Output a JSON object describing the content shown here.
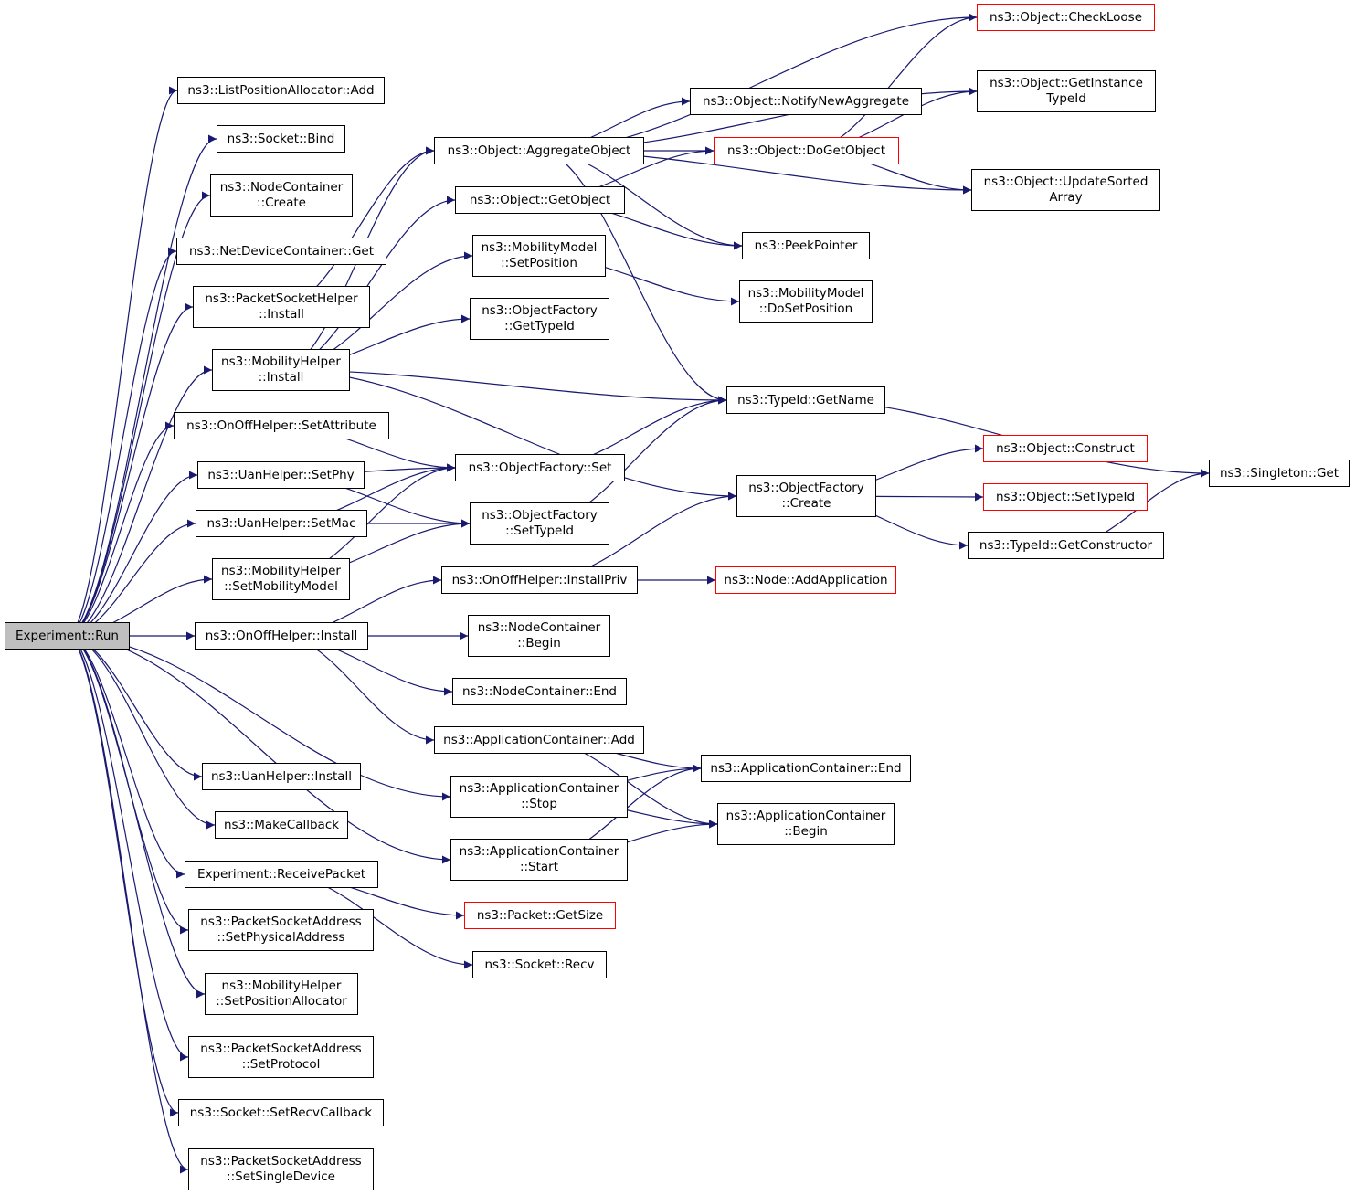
{
  "colors": {
    "edge": "#191970",
    "node_border": "#000000",
    "external_node_border": "#ff0000",
    "root_fill": "#bfbfbf",
    "background": "#ffffff"
  },
  "nodes": {
    "run": {
      "lines": [
        "Experiment::Run"
      ]
    },
    "lpa_add": {
      "lines": [
        "ns3::ListPositionAllocator::Add"
      ]
    },
    "socket_bind": {
      "lines": [
        "ns3::Socket::Bind"
      ]
    },
    "nc_create": {
      "lines": [
        "ns3::NodeContainer",
        "::Create"
      ]
    },
    "ndc_get": {
      "lines": [
        "ns3::NetDeviceContainer::Get"
      ]
    },
    "psh_install": {
      "lines": [
        "ns3::PacketSocketHelper",
        "::Install"
      ]
    },
    "mh_install": {
      "lines": [
        "ns3::MobilityHelper",
        "::Install"
      ]
    },
    "ooh_setattr": {
      "lines": [
        "ns3::OnOffHelper::SetAttribute"
      ]
    },
    "uan_setphy": {
      "lines": [
        "ns3::UanHelper::SetPhy"
      ]
    },
    "uan_setmac": {
      "lines": [
        "ns3::UanHelper::SetMac"
      ]
    },
    "mh_setmm": {
      "lines": [
        "ns3::MobilityHelper",
        "::SetMobilityModel"
      ]
    },
    "ooh_install": {
      "lines": [
        "ns3::OnOffHelper::Install"
      ]
    },
    "uan_install": {
      "lines": [
        "ns3::UanHelper::Install"
      ]
    },
    "makecallback": {
      "lines": [
        "ns3::MakeCallback"
      ]
    },
    "recvpacket": {
      "lines": [
        "Experiment::ReceivePacket"
      ]
    },
    "psa_setphys": {
      "lines": [
        "ns3::PacketSocketAddress",
        "::SetPhysicalAddress"
      ]
    },
    "mh_setpa": {
      "lines": [
        "ns3::MobilityHelper",
        "::SetPositionAllocator"
      ]
    },
    "psa_setproto": {
      "lines": [
        "ns3::PacketSocketAddress",
        "::SetProtocol"
      ]
    },
    "socket_setrecvcb": {
      "lines": [
        "ns3::Socket::SetRecvCallback"
      ]
    },
    "psa_setsingle": {
      "lines": [
        "ns3::PacketSocketAddress",
        "::SetSingleDevice"
      ]
    },
    "obj_aggregate": {
      "lines": [
        "ns3::Object::AggregateObject"
      ]
    },
    "obj_getobject": {
      "lines": [
        "ns3::Object::GetObject"
      ]
    },
    "mm_setpos": {
      "lines": [
        "ns3::MobilityModel",
        "::SetPosition"
      ]
    },
    "of_gettypeid": {
      "lines": [
        "ns3::ObjectFactory",
        "::GetTypeId"
      ]
    },
    "of_set": {
      "lines": [
        "ns3::ObjectFactory::Set"
      ]
    },
    "of_settypeid": {
      "lines": [
        "ns3::ObjectFactory",
        "::SetTypeId"
      ]
    },
    "ooh_installpriv": {
      "lines": [
        "ns3::OnOffHelper::InstallPriv"
      ]
    },
    "nc_begin": {
      "lines": [
        "ns3::NodeContainer",
        "::Begin"
      ]
    },
    "nc_end": {
      "lines": [
        "ns3::NodeContainer::End"
      ]
    },
    "ac_add": {
      "lines": [
        "ns3::ApplicationContainer::Add"
      ]
    },
    "ac_stop": {
      "lines": [
        "ns3::ApplicationContainer",
        "::Stop"
      ]
    },
    "ac_start": {
      "lines": [
        "ns3::ApplicationContainer",
        "::Start"
      ]
    },
    "pkt_getsize": {
      "lines": [
        "ns3::Packet::GetSize"
      ]
    },
    "socket_recv": {
      "lines": [
        "ns3::Socket::Recv"
      ]
    },
    "obj_notify": {
      "lines": [
        "ns3::Object::NotifyNewAggregate"
      ]
    },
    "obj_dogetobject": {
      "lines": [
        "ns3::Object::DoGetObject"
      ]
    },
    "peekpointer": {
      "lines": [
        "ns3::PeekPointer"
      ]
    },
    "mm_dosetpos": {
      "lines": [
        "ns3::MobilityModel",
        "::DoSetPosition"
      ]
    },
    "typeid_getname": {
      "lines": [
        "ns3::TypeId::GetName"
      ]
    },
    "of_create": {
      "lines": [
        "ns3::ObjectFactory",
        "::Create"
      ]
    },
    "node_addapp": {
      "lines": [
        "ns3::Node::AddApplication"
      ]
    },
    "ac_end": {
      "lines": [
        "ns3::ApplicationContainer::End"
      ]
    },
    "ac_begin": {
      "lines": [
        "ns3::ApplicationContainer",
        "::Begin"
      ]
    },
    "obj_checkloose": {
      "lines": [
        "ns3::Object::CheckLoose"
      ]
    },
    "obj_getinstance": {
      "lines": [
        "ns3::Object::GetInstance",
        "TypeId"
      ]
    },
    "obj_updatesorted": {
      "lines": [
        "ns3::Object::UpdateSorted",
        "Array"
      ]
    },
    "obj_construct": {
      "lines": [
        "ns3::Object::Construct"
      ]
    },
    "obj_settypeid": {
      "lines": [
        "ns3::Object::SetTypeId"
      ]
    },
    "typeid_getctor": {
      "lines": [
        "ns3::TypeId::GetConstructor"
      ]
    },
    "singleton_get": {
      "lines": [
        "ns3::Singleton::Get"
      ]
    }
  },
  "edges": [
    [
      "run",
      "lpa_add"
    ],
    [
      "run",
      "socket_bind"
    ],
    [
      "run",
      "nc_create"
    ],
    [
      "run",
      "ndc_get"
    ],
    [
      "run",
      "psh_install"
    ],
    [
      "run",
      "mh_install"
    ],
    [
      "run",
      "ooh_setattr"
    ],
    [
      "run",
      "uan_setphy"
    ],
    [
      "run",
      "uan_setmac"
    ],
    [
      "run",
      "mh_setmm"
    ],
    [
      "run",
      "ooh_install"
    ],
    [
      "run",
      "uan_install"
    ],
    [
      "run",
      "makecallback"
    ],
    [
      "run",
      "recvpacket"
    ],
    [
      "run",
      "psa_setphys"
    ],
    [
      "run",
      "mh_setpa"
    ],
    [
      "run",
      "psa_setproto"
    ],
    [
      "run",
      "socket_setrecvcb"
    ],
    [
      "run",
      "psa_setsingle"
    ],
    [
      "run",
      "ac_stop"
    ],
    [
      "run",
      "ac_start"
    ],
    [
      "psh_install",
      "obj_aggregate"
    ],
    [
      "mh_install",
      "obj_aggregate"
    ],
    [
      "mh_install",
      "obj_getobject"
    ],
    [
      "mh_install",
      "mm_setpos"
    ],
    [
      "mh_install",
      "of_gettypeid"
    ],
    [
      "mh_install",
      "typeid_getname"
    ],
    [
      "mh_install",
      "of_create"
    ],
    [
      "ooh_setattr",
      "of_set"
    ],
    [
      "uan_setphy",
      "of_set"
    ],
    [
      "uan_setphy",
      "of_settypeid"
    ],
    [
      "uan_setmac",
      "of_set"
    ],
    [
      "uan_setmac",
      "of_settypeid"
    ],
    [
      "mh_setmm",
      "of_set"
    ],
    [
      "mh_setmm",
      "of_settypeid"
    ],
    [
      "ooh_install",
      "ooh_installpriv"
    ],
    [
      "ooh_install",
      "nc_begin"
    ],
    [
      "ooh_install",
      "nc_end"
    ],
    [
      "ooh_install",
      "ac_add"
    ],
    [
      "recvpacket",
      "pkt_getsize"
    ],
    [
      "recvpacket",
      "socket_recv"
    ],
    [
      "obj_aggregate",
      "obj_checkloose"
    ],
    [
      "obj_aggregate",
      "obj_getinstance"
    ],
    [
      "obj_aggregate",
      "obj_notify"
    ],
    [
      "obj_aggregate",
      "obj_dogetobject"
    ],
    [
      "obj_aggregate",
      "obj_updatesorted"
    ],
    [
      "obj_aggregate",
      "peekpointer"
    ],
    [
      "obj_aggregate",
      "typeid_getname"
    ],
    [
      "obj_getobject",
      "obj_dogetobject"
    ],
    [
      "obj_getobject",
      "peekpointer"
    ],
    [
      "mm_setpos",
      "mm_dosetpos"
    ],
    [
      "of_set",
      "typeid_getname"
    ],
    [
      "of_settypeid",
      "typeid_getname"
    ],
    [
      "ooh_installpriv",
      "of_create"
    ],
    [
      "ooh_installpriv",
      "node_addapp"
    ],
    [
      "ac_add",
      "ac_end"
    ],
    [
      "ac_add",
      "ac_begin"
    ],
    [
      "ac_stop",
      "ac_end"
    ],
    [
      "ac_stop",
      "ac_begin"
    ],
    [
      "ac_start",
      "ac_end"
    ],
    [
      "ac_start",
      "ac_begin"
    ],
    [
      "obj_dogetobject",
      "obj_checkloose"
    ],
    [
      "obj_dogetobject",
      "obj_getinstance"
    ],
    [
      "obj_dogetobject",
      "obj_updatesorted"
    ],
    [
      "typeid_getname",
      "singleton_get"
    ],
    [
      "of_create",
      "obj_construct"
    ],
    [
      "of_create",
      "obj_settypeid"
    ],
    [
      "of_create",
      "typeid_getctor"
    ],
    [
      "typeid_getctor",
      "singleton_get"
    ]
  ]
}
